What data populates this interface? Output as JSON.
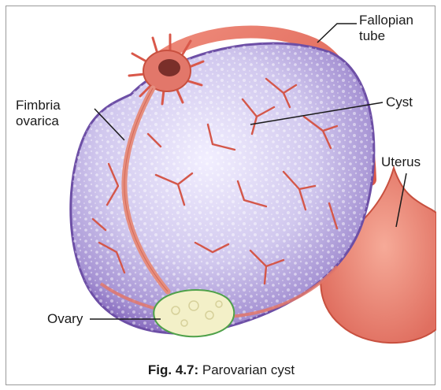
{
  "labels": {
    "fallopian_tube_line1": "Fallopian",
    "fallopian_tube_line2": "tube",
    "fimbria_line1": "Fimbria",
    "fimbria_line2": "ovarica",
    "cyst": "Cyst",
    "uterus": "Uterus",
    "ovary": "Ovary"
  },
  "caption": {
    "figure_number": "Fig. 4.7:",
    "title": "Parovarian cyst"
  },
  "colors": {
    "cyst_fill": "#b9abdc",
    "cyst_rim": "#7c5fb0",
    "tube_and_uterus": "#e2776a",
    "ovary_fill": "#f3f0c8",
    "ovary_outline": "#4fa14a",
    "frame_border": "#9a9a9a"
  }
}
